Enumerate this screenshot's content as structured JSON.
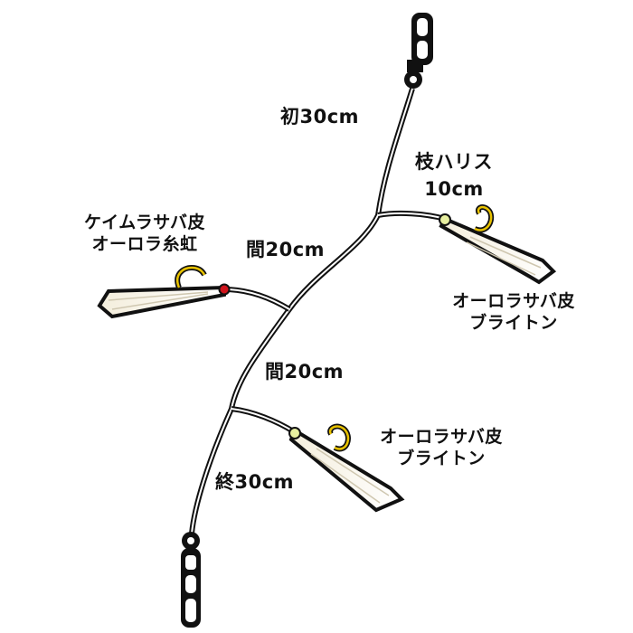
{
  "labels": {
    "first": "初30cm",
    "branch_title": "枝ハリス",
    "branch_len": "10cm",
    "gap1": "間20cm",
    "gap2": "間20cm",
    "last": "終30cm",
    "left_lure_1": "ケイムラサバ皮",
    "left_lure_2": "オーロラ糸虹",
    "upper_lure_1": "オーロラサバ皮",
    "upper_lure_2": "ブライトン",
    "lower_lure_1": "オーロラサバ皮",
    "lower_lure_2": "ブライトン"
  },
  "colors": {
    "line": "#111111",
    "hook": "#e8c200",
    "bead_red": "#d0141c",
    "bead_yellow": "#e8f0a0"
  }
}
